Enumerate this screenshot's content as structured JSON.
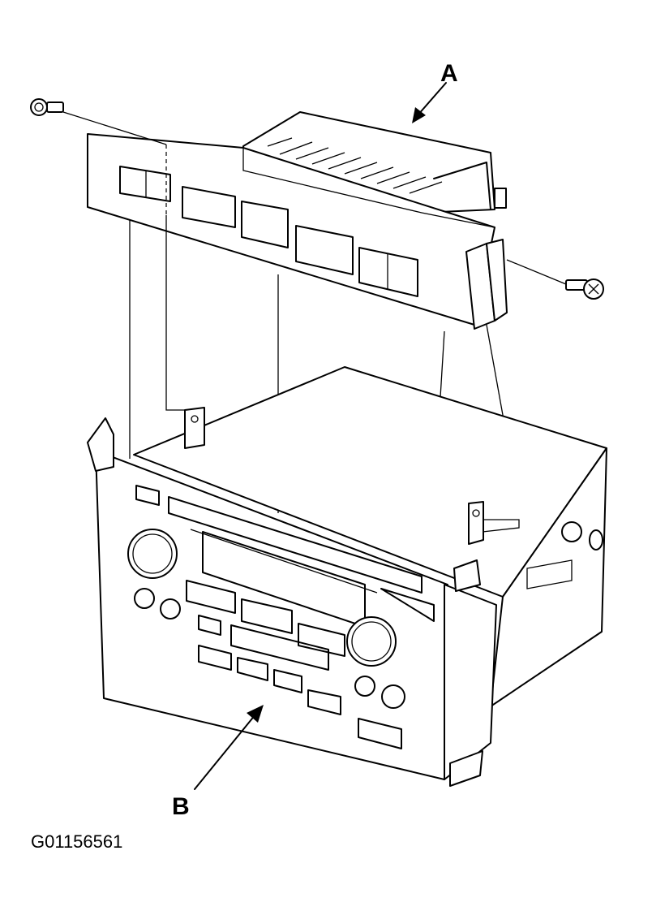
{
  "labels": {
    "unit_a": "A",
    "unit_b": "B"
  },
  "figure_id": "G01156561",
  "colors": {
    "ink": "#000000",
    "paper": "#ffffff"
  },
  "icons": [
    "screw-icon"
  ]
}
